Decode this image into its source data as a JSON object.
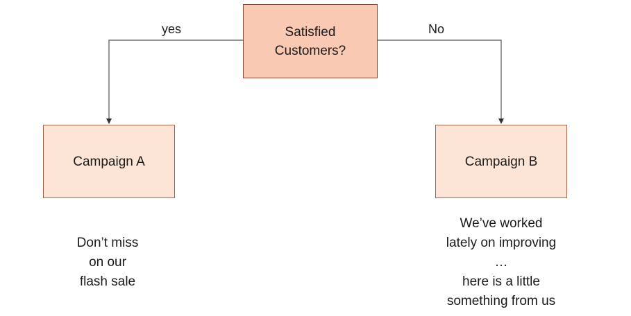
{
  "diagram": {
    "decision": {
      "label": "Satisfied\nCustomers?"
    },
    "branches": [
      {
        "edge_label": "yes",
        "target": "Campaign A",
        "message": "Don’t miss\non our\nflash sale"
      },
      {
        "edge_label": "No",
        "target": "Campaign B",
        "message": "We’ve worked\nlately on improving\n…\nhere is a little\nsomething from us"
      }
    ]
  },
  "colors": {
    "decision_fill": "#f9c9b3",
    "campaign_fill": "#fce4d6",
    "connector": "#555555"
  }
}
